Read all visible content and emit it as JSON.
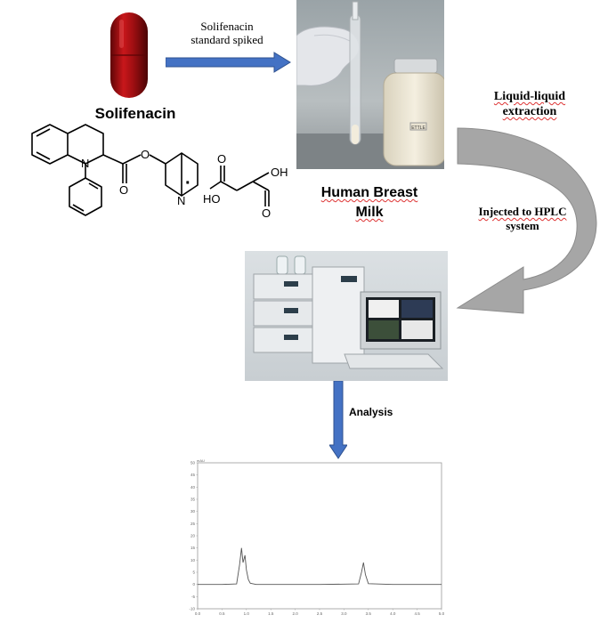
{
  "labels": {
    "spiked_line1": "Solifenacin",
    "spiked_line2": "standard spiked",
    "drug_name": "Solifenacin",
    "milk_line1": "Human Breast",
    "milk_line2": "Milk",
    "lle_line1": "Liquid-liquid",
    "lle_line2": "extraction",
    "hplc_line1": "Injected to HPLC",
    "hplc_line2": "system",
    "analysis": "Analysis",
    "jar_label": "ETTLE"
  },
  "structure": {
    "oh_top": "O",
    "n_ring": "N",
    "o_carbonyl": "O",
    "o_ester": "O",
    "n_quin": "N",
    "dot": "·",
    "ho": "HO",
    "oh": "OH",
    "o_acid1": "O",
    "o_acid2": "O"
  },
  "colors": {
    "capsule": "#a10f12",
    "blue_arrow": "#4472c4",
    "grey_arrow": "#a6a6a6",
    "trace": "#555555"
  },
  "chart_data": {
    "type": "line",
    "title": "",
    "ylabel": "mAU",
    "xlabel": "",
    "xlim": [
      0,
      5.0
    ],
    "ylim": [
      -10,
      50
    ],
    "x_ticks": [
      "0.0",
      "0.5",
      "1.0",
      "1.5",
      "2.0",
      "2.5",
      "3.0",
      "3.5",
      "4.0",
      "4.5",
      "5.0"
    ],
    "y_ticks": [
      "-10",
      "-5",
      "0",
      "5",
      "10",
      "15",
      "20",
      "25",
      "30",
      "35",
      "40",
      "45",
      "50"
    ],
    "series": [
      {
        "x": [
          0.0,
          0.5,
          0.8,
          0.86,
          0.9,
          0.93,
          0.97,
          1.0,
          1.04,
          1.08,
          1.2,
          1.8,
          2.5,
          3.3,
          3.36,
          3.4,
          3.44,
          3.5,
          4.0,
          4.5,
          5.0
        ],
        "y": [
          0,
          0,
          0.2,
          8,
          15,
          9,
          12,
          6,
          2,
          0.5,
          0,
          0,
          0,
          0.2,
          5,
          9,
          4,
          0.3,
          0,
          0,
          0
        ]
      }
    ]
  }
}
